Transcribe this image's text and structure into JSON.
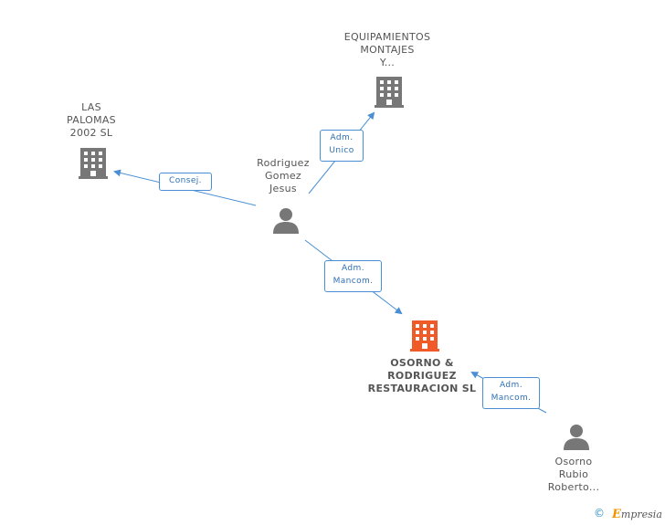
{
  "nodes": {
    "equipamientos": {
      "label_lines": [
        "EQUIPAMIENTOS",
        "MONTAJES",
        "Y..."
      ],
      "icon": "building-icon",
      "color": "#777777"
    },
    "las_palomas": {
      "label_lines": [
        "LAS",
        "PALOMAS",
        "2002 SL"
      ],
      "icon": "building-icon",
      "color": "#777777"
    },
    "rodriguez": {
      "label_lines": [
        "Rodriguez",
        "Gomez",
        "Jesus"
      ],
      "icon": "person-icon",
      "color": "#777777"
    },
    "osorno_rodriguez": {
      "label_lines": [
        "OSORNO &",
        "RODRIGUEZ",
        "RESTAURACION SL"
      ],
      "icon": "building-icon",
      "color": "#f05a28"
    },
    "osorno_rubio": {
      "label_lines": [
        "Osorno",
        "Rubio",
        "Roberto..."
      ],
      "icon": "person-icon",
      "color": "#777777"
    }
  },
  "edges": {
    "adm_unico": {
      "label_lines": [
        "Adm.",
        "Unico"
      ]
    },
    "consej": {
      "label_lines": [
        "Consej."
      ]
    },
    "adm_mancom_1": {
      "label_lines": [
        "Adm.",
        "Mancom."
      ]
    },
    "adm_mancom_2": {
      "label_lines": [
        "Adm.",
        "Mancom."
      ]
    }
  },
  "colors": {
    "edge": "#4a8fd4",
    "icon_gray": "#777777",
    "main_node": "#f05a28"
  },
  "footer": {
    "copyright_symbol": "©",
    "brand_initial": "E",
    "brand_rest": "mpresia"
  }
}
